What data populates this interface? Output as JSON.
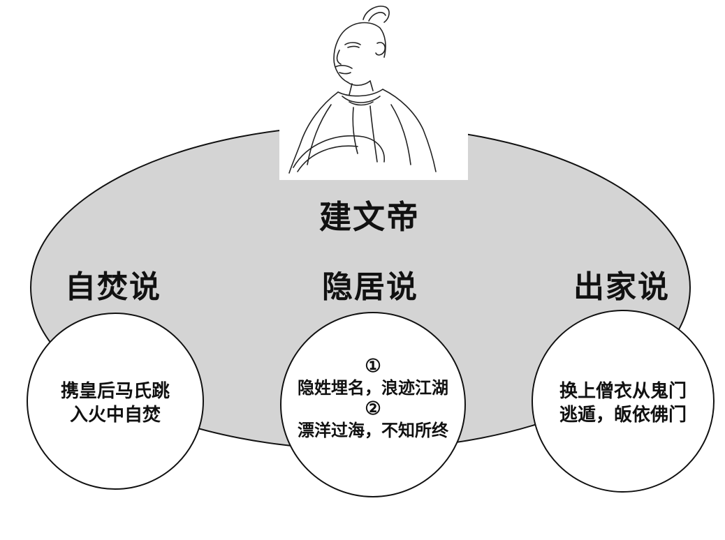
{
  "diagram": {
    "title": "建文帝",
    "portrait_icon": "emperor-portrait-icon",
    "colors": {
      "ellipse_fill": "#d4d4d4",
      "stroke": "#111111",
      "bubble_fill": "#ffffff"
    },
    "theories": [
      {
        "title": "自焚说",
        "lines": [
          "携皇后马氏跳",
          "入火中自焚"
        ]
      },
      {
        "title": "隐居说",
        "items": [
          {
            "marker": "①",
            "text": "隐姓埋名，浪迹江湖"
          },
          {
            "marker": "②",
            "text": "漂洋过海，不知所终"
          }
        ]
      },
      {
        "title": "出家说",
        "lines": [
          "换上僧衣从鬼门",
          "逃遁，皈依佛门"
        ]
      }
    ]
  }
}
